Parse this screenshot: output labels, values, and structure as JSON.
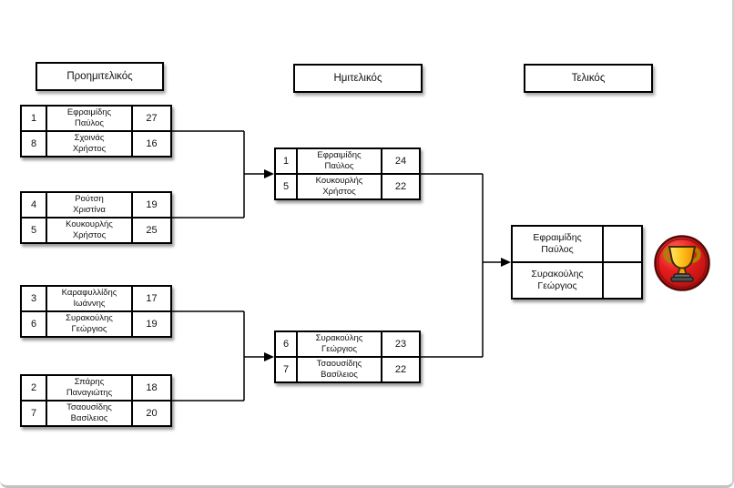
{
  "rounds": [
    {
      "label": "Προημιτελικός"
    },
    {
      "label": "Ημιτελικός"
    },
    {
      "label": "Τελικός"
    }
  ],
  "quarterfinals": [
    {
      "rows": [
        {
          "seed": "1",
          "name": "Εφραιμίδης\nΠαύλος",
          "score": "27"
        },
        {
          "seed": "8",
          "name": "Σχοινάς\nΧρήστος",
          "score": "16"
        }
      ]
    },
    {
      "rows": [
        {
          "seed": "4",
          "name": "Ρούτση\nΧριστίνα",
          "score": "19"
        },
        {
          "seed": "5",
          "name": "Κουκουρλής\nΧρήστος",
          "score": "25"
        }
      ]
    },
    {
      "rows": [
        {
          "seed": "3",
          "name": "Καραφυλλίδης\nΙωάννης",
          "score": "17"
        },
        {
          "seed": "6",
          "name": "Συρακούλης\nΓεώργιος",
          "score": "19"
        }
      ]
    },
    {
      "rows": [
        {
          "seed": "2",
          "name": "Σπάρης\nΠαναγιώτης",
          "score": "18"
        },
        {
          "seed": "7",
          "name": "Τσαουσίδης\nΒασίλειος",
          "score": "20"
        }
      ]
    }
  ],
  "semifinals": [
    {
      "rows": [
        {
          "seed": "1",
          "name": "Εφραιμίδης\nΠαύλος",
          "score": "24"
        },
        {
          "seed": "5",
          "name": "Κουκουρλής\nΧρήστος",
          "score": "22"
        }
      ]
    },
    {
      "rows": [
        {
          "seed": "6",
          "name": "Συρακούλης\nΓεώργιος",
          "score": "23"
        },
        {
          "seed": "7",
          "name": "Τσαουσίδης\nΒασίλειος",
          "score": "22"
        }
      ]
    }
  ],
  "final": {
    "rows": [
      {
        "name": "Εφραιμίδης\nΠαύλος",
        "score": ""
      },
      {
        "name": "Συρακούλης\nΓεώργιος",
        "score": ""
      }
    ]
  },
  "icons": {
    "winner": "trophy-icon"
  },
  "colors": {
    "line": "#000000",
    "box_border": "#000000",
    "trophy_red": "#e11c1c",
    "trophy_gold": "#ffc51f",
    "page_border": "#c9c9c9"
  }
}
